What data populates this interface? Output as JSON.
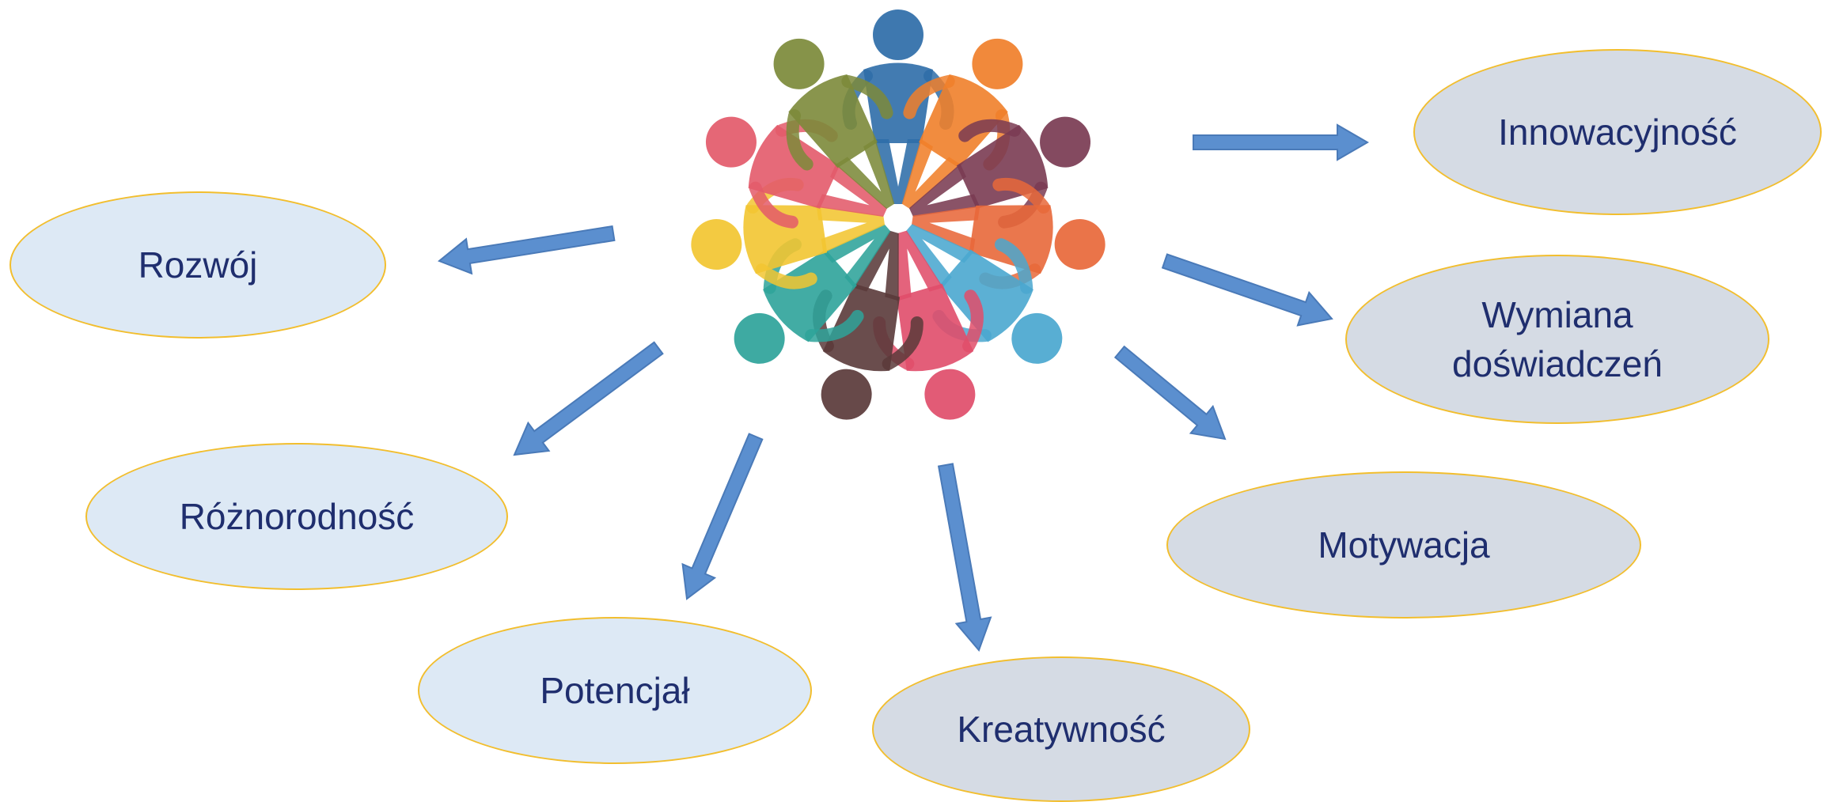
{
  "center": {
    "icon": "people-circle-icon"
  },
  "nodes": [
    {
      "id": "rozwoj",
      "label": "Rozwój",
      "fill": "#dde9f5"
    },
    {
      "id": "roznorodnosc",
      "label": "Różnorodność",
      "fill": "#dde9f5"
    },
    {
      "id": "potencjal",
      "label": "Potencjał",
      "fill": "#dde9f5"
    },
    {
      "id": "kreatywnosc",
      "label": "Kreatywność",
      "fill": "#d5dbe4"
    },
    {
      "id": "motywacja",
      "label": "Motywacja",
      "fill": "#d5dbe4"
    },
    {
      "id": "wymiana",
      "label_line1": "Wymiana",
      "label_line2": "doświadczeń",
      "fill": "#d5dbe4"
    },
    {
      "id": "innowacyjnosc",
      "label": "Innowacyjność",
      "fill": "#d5dbe4"
    }
  ],
  "colors": {
    "arrow": "#5b8fcf",
    "arrow_stroke": "#4a7ab8",
    "ellipse_border": "#f2be2e",
    "text": "#1f2e6e",
    "figures": [
      "#2e6da8",
      "#f07f2a",
      "#7a3b52",
      "#e8683a",
      "#4aa7cf",
      "#e04d6a",
      "#5a3a3a",
      "#2ea39a",
      "#f2c531",
      "#e35a6a",
      "#7c8a3a"
    ]
  }
}
